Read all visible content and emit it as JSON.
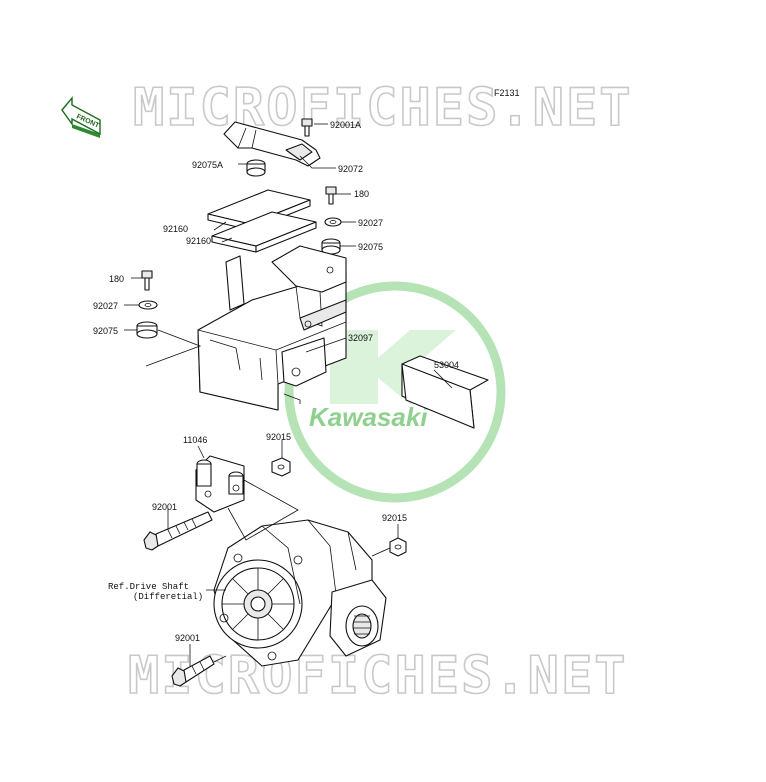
{
  "figure_code": "F2131",
  "front_label": "FRONT",
  "watermark": "MICROFICHES.NET",
  "brand": {
    "name": "Kawasaki",
    "color": "#1a8f1a",
    "ring_color": "#8ed08e"
  },
  "labels": {
    "p92001A": "92001A",
    "p92075A": "92075A",
    "p92072": "92072",
    "p180_top": "180",
    "p92160a": "92160",
    "p92160b": "92160",
    "p92027_r": "92027",
    "p92075_r": "92075",
    "p180_l": "180",
    "p92027_l": "92027",
    "p92075_l": "92075",
    "p32097": "32097",
    "p53004": "53004",
    "p11046": "11046",
    "p92015_a": "92015",
    "p92001_a": "92001",
    "p92015_b": "92015",
    "ref_line1": "Ref.Drive Shaft",
    "ref_line2": "(Differetial)",
    "p92001_b": "92001"
  }
}
